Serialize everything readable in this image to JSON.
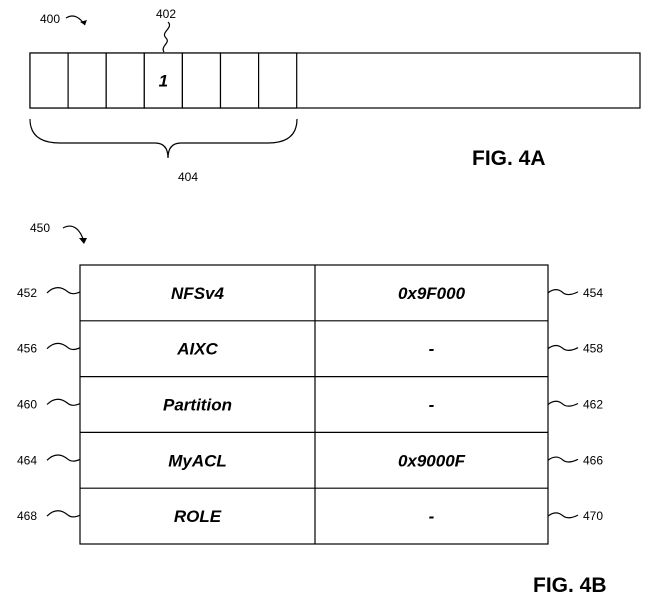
{
  "fig4a": {
    "caption": "FIG. 4A",
    "ref_structure": "400",
    "ref_cell": "402",
    "ref_group": "404",
    "cells": [
      "",
      "",
      "",
      "1",
      "",
      "",
      ""
    ]
  },
  "fig4b": {
    "caption": "FIG. 4B",
    "ref_table": "450",
    "rows": [
      {
        "name": "NFSv4",
        "value": "0x9F000",
        "ref_left": "452",
        "ref_right": "454"
      },
      {
        "name": "AIXC",
        "value": "-",
        "ref_left": "456",
        "ref_right": "458"
      },
      {
        "name": "Partition",
        "value": "-",
        "ref_left": "460",
        "ref_right": "462"
      },
      {
        "name": "MyACL",
        "value": "0x9000F",
        "ref_left": "464",
        "ref_right": "466"
      },
      {
        "name": "ROLE",
        "value": "-",
        "ref_left": "468",
        "ref_right": "470"
      }
    ]
  }
}
